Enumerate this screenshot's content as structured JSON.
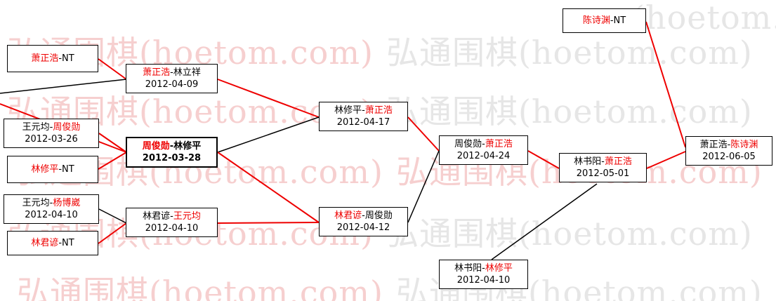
{
  "watermark": {
    "text": "弘通围棋(hoetom.com)",
    "partial_text": "(hoetom.c",
    "pink_color": "#f6cfcf",
    "gray_color": "#e6e6e6"
  },
  "colors": {
    "winner_highlight": "#ee0000",
    "winner_line": "#ee0000",
    "normal_line": "#000000"
  },
  "nodes": {
    "m1": {
      "p1": "萧正浩",
      "p2": "-NT"
    },
    "m2": {
      "p1": "萧正浩",
      "p2": "-林立祥",
      "date": "2012-04-09"
    },
    "m3": {
      "p1": "王元均-",
      "p2": "周俊勋",
      "date": "2012-03-26"
    },
    "m4": {
      "p1": "周俊勋",
      "p2": "-林修平",
      "date": "2012-03-28"
    },
    "m5": {
      "p1": "林修平",
      "p2": "-NT"
    },
    "m6": {
      "p1": "王元均-",
      "p2": "杨博崴",
      "date": "2012-04-10"
    },
    "m7": {
      "p1": "林君谚-",
      "p2": "王元均",
      "date": "2012-04-10"
    },
    "m8": {
      "p1": "林君谚",
      "p2": "-NT"
    },
    "m9": {
      "p1": "林修平-",
      "p2": "萧正浩",
      "date": "2012-04-17"
    },
    "m10": {
      "p1": "林君谚",
      "p2": "-周俊勋",
      "date": "2012-04-12"
    },
    "m11": {
      "p1": "周俊勋-",
      "p2": "萧正浩",
      "date": "2012-04-24"
    },
    "m12": {
      "p1": "林书阳-",
      "p2": "萧正浩",
      "date": "2012-05-01"
    },
    "m13": {
      "p1": "陈诗渊",
      "p2": "-NT"
    },
    "m14": {
      "p1": "萧正浩-",
      "p2": "陈诗渊",
      "date": "2012-06-05"
    },
    "m15": {
      "p1": "林书阳-",
      "p2": "林修平",
      "date": "2012-04-10"
    }
  }
}
